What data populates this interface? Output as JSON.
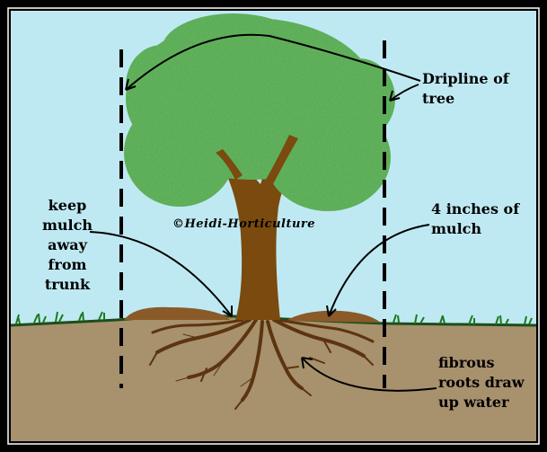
{
  "diagram": {
    "copyright": "©Heidi-Horticulture",
    "labels": {
      "dripline": [
        "Dripline of",
        "tree"
      ],
      "keep_mulch": [
        "keep",
        "mulch",
        "away",
        "from",
        "trunk"
      ],
      "mulch_depth": [
        "4 inches of",
        "mulch"
      ],
      "roots": [
        "fibrous",
        "roots draw",
        "up water"
      ]
    },
    "colors": {
      "sky": "#bfe9f2",
      "soil": "#a8916d",
      "trunk": "#7a4a0e",
      "canopy_light": "#5aad55",
      "canopy_dark": "#2f7a2c",
      "mulch": "#8a5a28",
      "grass": "#1c7a1c",
      "roots": "#5c3410",
      "frame": "#000000"
    }
  }
}
